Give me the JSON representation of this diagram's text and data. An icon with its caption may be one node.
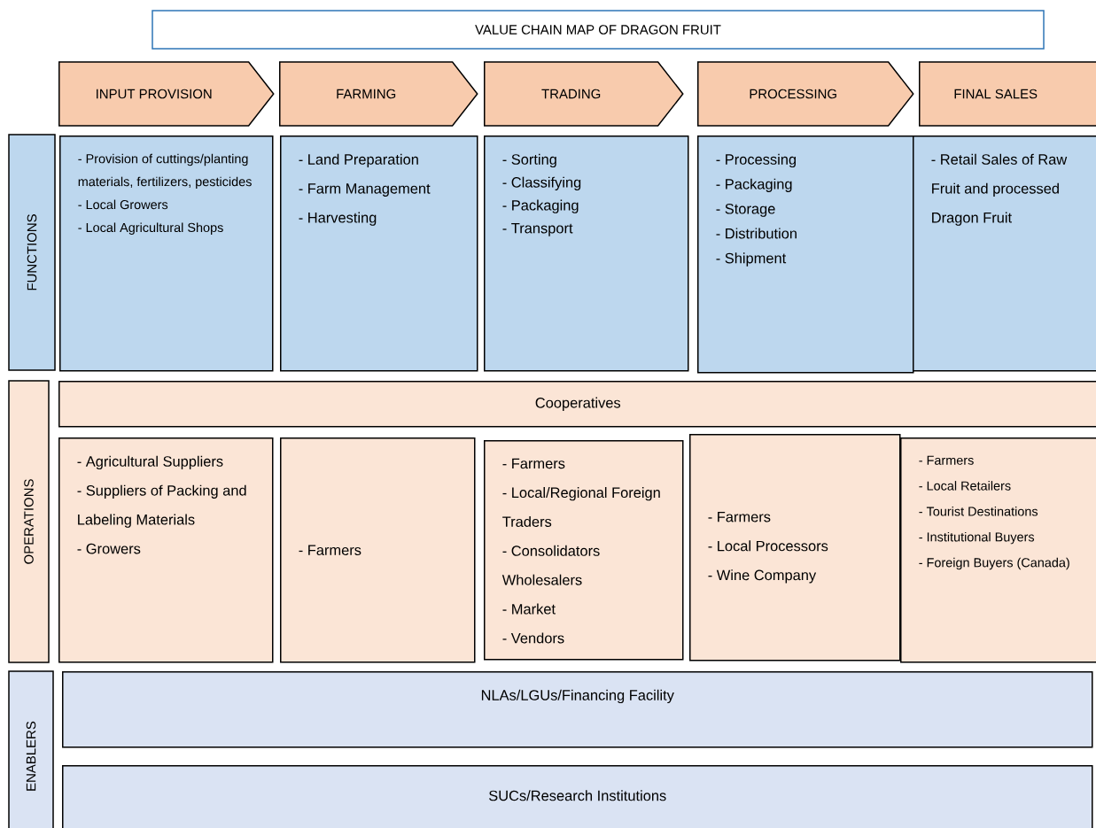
{
  "diagram": {
    "title": "VALUE CHAIN MAP OF DRAGON FRUIT",
    "nodes": [
      {
        "text": [
          "INPUT PROVISION"
        ]
      },
      {
        "text": [
          "FARMING"
        ]
      },
      {
        "text": [
          "TRADING"
        ]
      },
      {
        "text": [
          "PROCESSING"
        ]
      },
      {
        "text": [
          "FINAL SALES"
        ]
      },
      {
        "text": [
          "FUNCTIONS"
        ]
      },
      {
        "text": [
          "- Provision of cuttings/planting materials, fertilizers, pesticides",
          "- Local Growers",
          "- Local Agricultural Shops"
        ]
      },
      {
        "text": [
          "- Land Preparation",
          "- Farm Management",
          "- Harvesting"
        ]
      },
      {
        "text": [
          "- Sorting",
          "- Classifying",
          "- Packaging",
          "- Transport"
        ]
      },
      {
        "text": [
          "- Processing",
          "- Packaging",
          "- Storage",
          "- Distribution",
          "- Shipment"
        ]
      },
      {
        "text": [
          "- Retail Sales of Raw Fruit and processed Dragon Fruit"
        ]
      },
      {
        "text": [
          "OPERATIONS"
        ]
      },
      {
        "text": [
          "Cooperatives"
        ]
      },
      {
        "text": [
          "- Agricultural Suppliers",
          "- Suppliers of Packing and Labeling Materials",
          "- Growers"
        ]
      },
      {
        "text": [
          "- Farmers"
        ]
      },
      {
        "text": [
          "- Farmers",
          "- Local/Regional Foreign Traders",
          "- Consolidators Wholesalers",
          "- Market",
          "- Vendors"
        ]
      },
      {
        "text": [
          "- Farmers",
          "- Local Processors",
          "- Wine Company"
        ]
      },
      {
        "text": [
          "- Farmers",
          "- Local Retailers",
          "- Tourist Destinations",
          "- Institutional Buyers",
          "- Foreign Buyers (Canada)"
        ]
      },
      {
        "text": [
          "ENABLERS"
        ]
      },
      {
        "text": [
          "NLAs/LGUs/Financing Facility"
        ]
      },
      {
        "text": [
          "SUCs/Research Institutions"
        ]
      }
    ]
  }
}
